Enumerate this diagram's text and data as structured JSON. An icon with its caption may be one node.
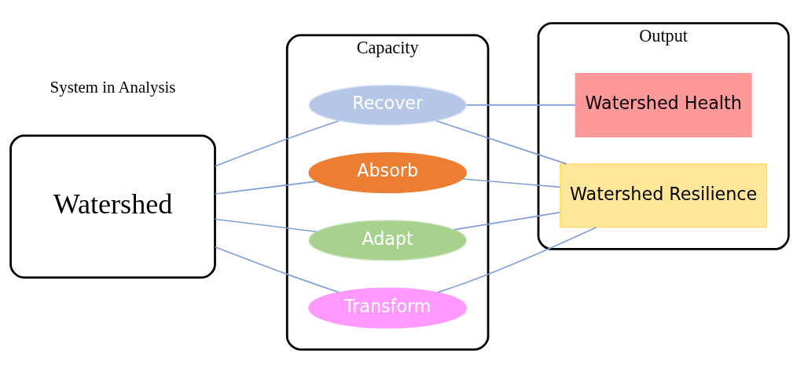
{
  "diagram": {
    "nodes": [
      {
        "text": [
          "Watershed"
        ]
      },
      {
        "text": [
          "Capacity"
        ]
      },
      {
        "text": [
          "Recover"
        ],
        "in": 1
      },
      {
        "text": [
          "Absorb"
        ],
        "in": 1
      },
      {
        "text": [
          "Adapt"
        ],
        "in": 1
      },
      {
        "text": [
          "Transform"
        ],
        "in": 1
      },
      {
        "text": [
          "Output"
        ]
      },
      {
        "text": [
          "Watershed Health"
        ],
        "in": 6
      },
      {
        "text": [
          "Watershed Resilience"
        ],
        "in": 6
      }
    ],
    "edges": [
      {
        "from": 0,
        "to": 2,
        "arrow": "none"
      },
      {
        "from": 0,
        "to": 3,
        "arrow": "none"
      },
      {
        "from": 0,
        "to": 4,
        "arrow": "none"
      },
      {
        "from": 0,
        "to": 5,
        "arrow": "none"
      },
      {
        "from": 2,
        "to": 7,
        "arrow": "none"
      },
      {
        "from": 2,
        "to": 8,
        "arrow": "none"
      },
      {
        "from": 3,
        "to": 8,
        "arrow": "none"
      },
      {
        "from": 4,
        "to": 8,
        "arrow": "none"
      },
      {
        "from": 5,
        "to": 8,
        "arrow": "none"
      }
    ],
    "labels": [
      "System in Analysis"
    ]
  }
}
